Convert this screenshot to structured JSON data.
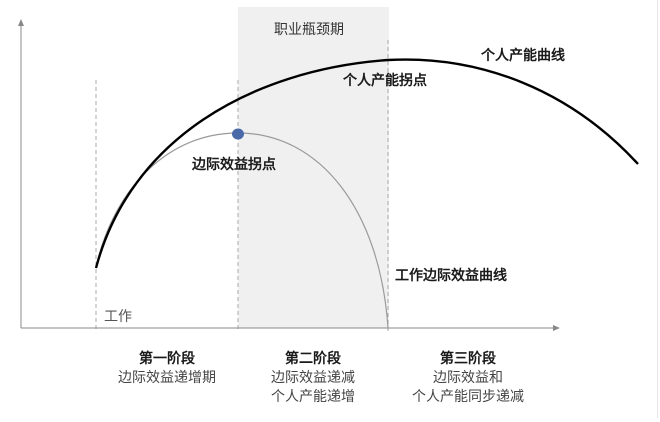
{
  "title": "职业瓶颈期",
  "curves": {
    "personal_output": {
      "label": "个人产能曲线",
      "inflection_label": "个人产能拐点",
      "color": "#000000"
    },
    "work_marginal_benefit": {
      "label": "工作边际效益曲线",
      "inflection_label": "边际效益拐点",
      "color": "#999999"
    }
  },
  "marker": {
    "color": "#4a69a8"
  },
  "axis": {
    "start_label": "工作"
  },
  "bottleneck_band": {
    "label": "职业瓶颈期",
    "color": "#f0f0f0"
  },
  "stages": [
    {
      "title": "第一阶段",
      "lines": [
        "边际效益递增期"
      ]
    },
    {
      "title": "第二阶段",
      "lines": [
        "边际效益递减",
        "个人产能递增"
      ]
    },
    {
      "title": "第三阶段",
      "lines": [
        "边际效益和",
        "个人产能同步递减"
      ]
    }
  ]
}
